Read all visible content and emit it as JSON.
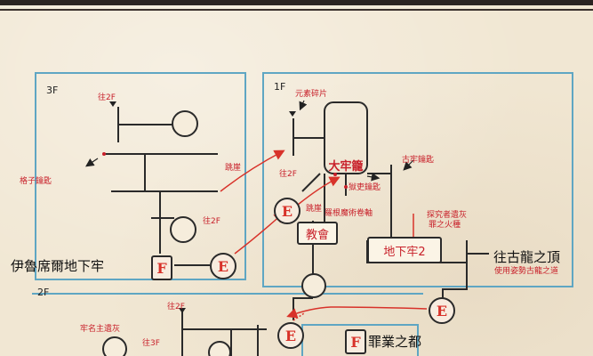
{
  "floors": {
    "f3": "3F",
    "f1": "1F",
    "f2": "2F"
  },
  "areas": {
    "dungeon_name": "伊魯席爾地下牢",
    "big_cell": "大牢籠",
    "church": "教會",
    "underground_cell_2": "地下牢2",
    "to_ancient_dragon_peak": "往古龍之頂",
    "ancient_dragon_pose_hint": "使用姿勢古龍之道",
    "city_of_sin": "罪業之都"
  },
  "labels": {
    "to_2f_top": "往2F",
    "lattice_key": "格子鑰匙",
    "to_2f_mid": "往2F",
    "jump_down_1": "跳崖",
    "element_fragment": "元素碎片",
    "to_2f_1f": "往2F",
    "jail_official_key": "獄吏鑰匙",
    "ancient_cell_key": "古牢鑰匙",
    "jump_down_2": "跳崖",
    "roman_magic_scroll": "羅根魔術卷軸",
    "explorer_ash": "探究者遺灰",
    "sin_fire_seed": "罪之火種",
    "cell_master_ash": "牢名主遺灰",
    "to_3f": "往3F"
  },
  "badges": {
    "e": "E",
    "f": "F"
  },
  "colors": {
    "background": "#f1e7d3",
    "frame_blue": "#5fa6c3",
    "line_dark": "#2a2a2a",
    "route_red": "#d8322a",
    "label_red": "#c8202a"
  },
  "icons": [
    "pin-icon",
    "arrow-down-icon",
    "stair-icon"
  ]
}
